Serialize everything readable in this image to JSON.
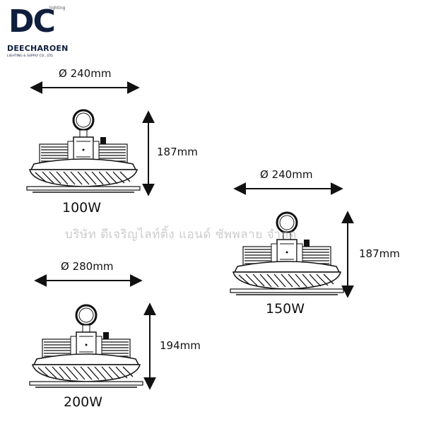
{
  "logo": {
    "mark": "DC",
    "tiny": "lighting",
    "brand": "DEECHAROEN",
    "tagline": "LIGHTING & SUPPLY CO., LTD."
  },
  "watermark": "บริษัท ดีเจริญไลท์ติ้ง แอนด์ ซัพพลาย จำกัด",
  "products": [
    {
      "watt": "100W",
      "diameter": "Ø 240mm",
      "height": "187mm"
    },
    {
      "watt": "150W",
      "diameter": "Ø 240mm",
      "height": "187mm"
    },
    {
      "watt": "200W",
      "diameter": "Ø 280mm",
      "height": "194mm"
    }
  ]
}
